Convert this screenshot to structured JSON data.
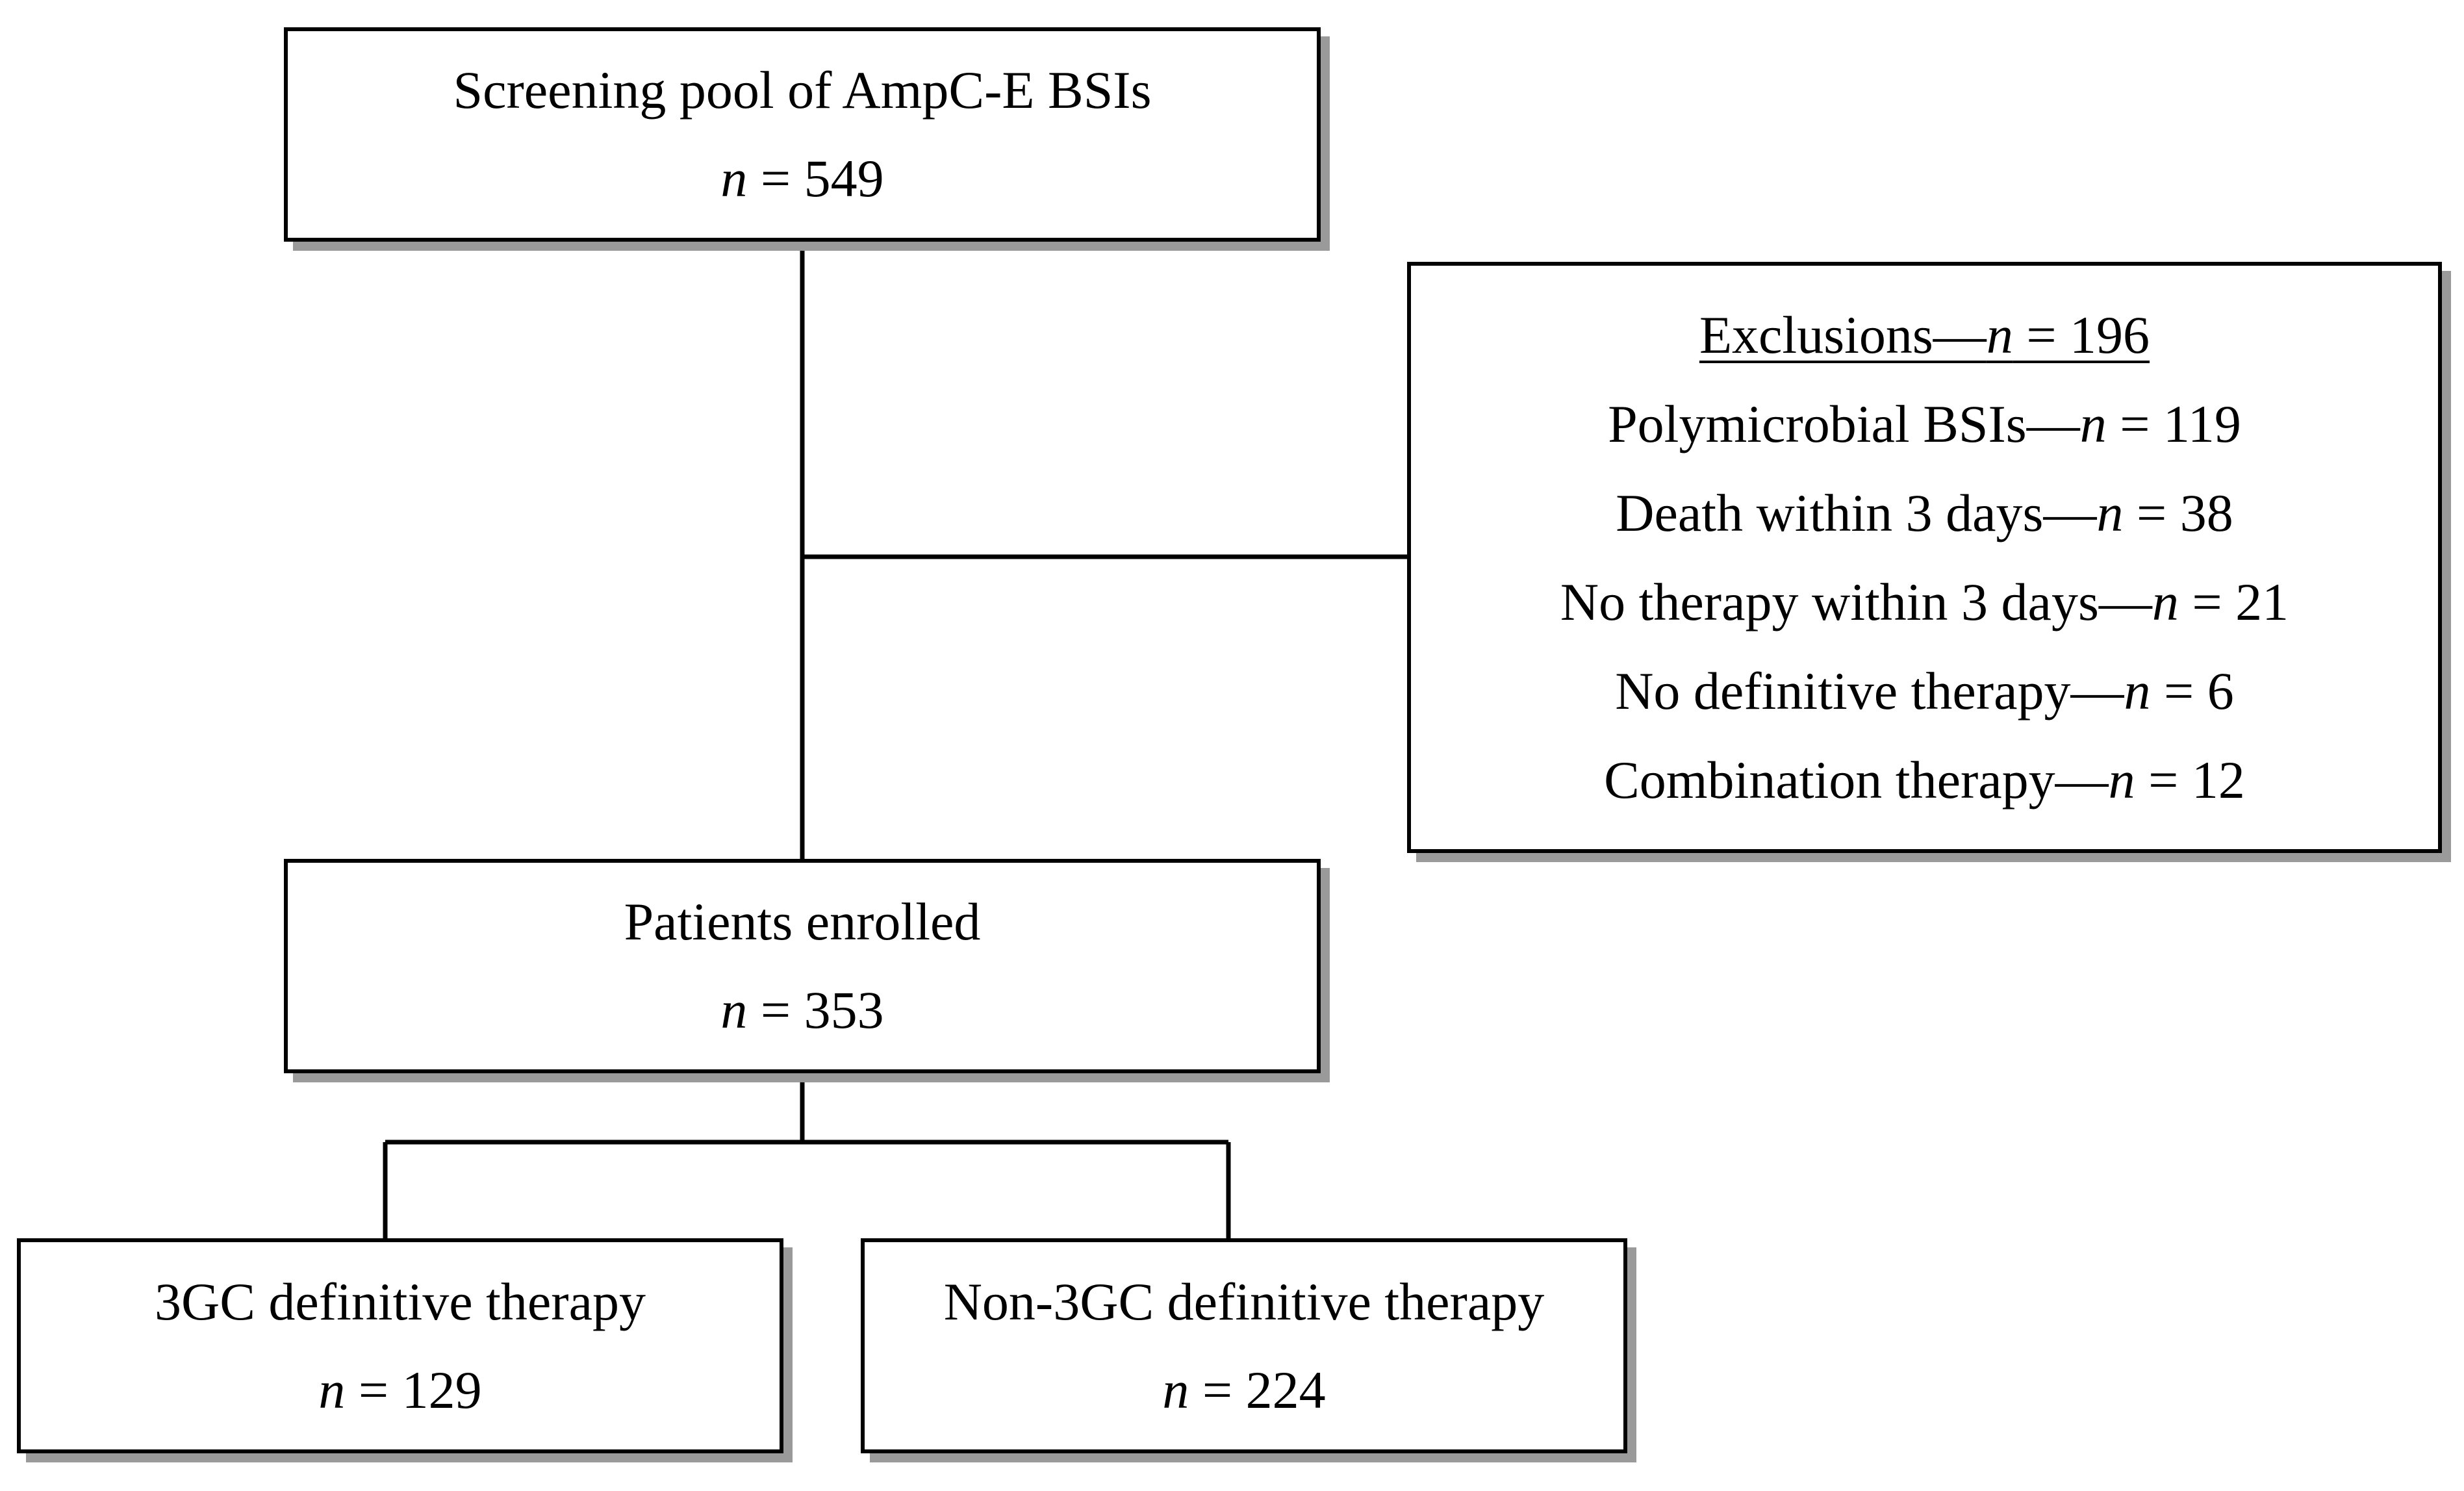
{
  "boxes": {
    "screening": {
      "title": "Screening pool of AmpC-E BSIs",
      "n_symbol": "n",
      "n_value": "= 549"
    },
    "exclusions": {
      "heading_label": "Exclusions—",
      "heading_n_symbol": "n",
      "heading_n_value": " = 196",
      "items": [
        {
          "label": "Polymicrobial BSIs—",
          "n_symbol": "n",
          "n_value": " = 119"
        },
        {
          "label": "Death within 3 days—",
          "n_symbol": "n",
          "n_value": " = 38"
        },
        {
          "label": "No therapy within 3 days—",
          "n_symbol": "n",
          "n_value": " = 21"
        },
        {
          "label": "No definitive therapy—",
          "n_symbol": "n",
          "n_value": " = 6"
        },
        {
          "label": "Combination therapy—",
          "n_symbol": "n",
          "n_value": " = 12"
        }
      ]
    },
    "enrolled": {
      "title": "Patients enrolled",
      "n_symbol": "n",
      "n_value": "= 353"
    },
    "three_gc": {
      "title": "3GC definitive therapy",
      "n_symbol": "n",
      "n_value": "= 129"
    },
    "non_three_gc": {
      "title": "Non-3GC definitive therapy",
      "n_symbol": "n",
      "n_value": "= 224"
    }
  },
  "colors": {
    "border": "#000000",
    "shadow": "#9a9a9a",
    "background": "#ffffff"
  }
}
